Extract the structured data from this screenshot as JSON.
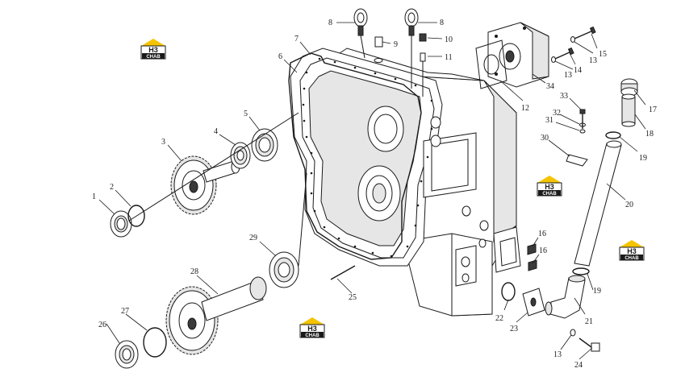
{
  "watermark": {
    "top_text": "H3",
    "bottom_text": "CHAB",
    "roof_color": "#f5c400",
    "box_color": "#1a1a1a"
  },
  "callouts": [
    {
      "id": "c1",
      "label": "1"
    },
    {
      "id": "c2",
      "label": "2"
    },
    {
      "id": "c3",
      "label": "3"
    },
    {
      "id": "c4",
      "label": "4"
    },
    {
      "id": "c5",
      "label": "5"
    },
    {
      "id": "c6",
      "label": "6"
    },
    {
      "id": "c7",
      "label": "7"
    },
    {
      "id": "c8a",
      "label": "8"
    },
    {
      "id": "c8b",
      "label": "8"
    },
    {
      "id": "c9",
      "label": "9"
    },
    {
      "id": "c10",
      "label": "10"
    },
    {
      "id": "c11",
      "label": "11"
    },
    {
      "id": "c12",
      "label": "12"
    },
    {
      "id": "c13a",
      "label": "13"
    },
    {
      "id": "c13b",
      "label": "13"
    },
    {
      "id": "c13c",
      "label": "13"
    },
    {
      "id": "c14",
      "label": "14"
    },
    {
      "id": "c15",
      "label": "15"
    },
    {
      "id": "c16a",
      "label": "16"
    },
    {
      "id": "c16b",
      "label": "16"
    },
    {
      "id": "c17",
      "label": "17"
    },
    {
      "id": "c18",
      "label": "18"
    },
    {
      "id": "c19a",
      "label": "19"
    },
    {
      "id": "c19b",
      "label": "19"
    },
    {
      "id": "c20",
      "label": "20"
    },
    {
      "id": "c21",
      "label": "21"
    },
    {
      "id": "c22",
      "label": "22"
    },
    {
      "id": "c23",
      "label": "23"
    },
    {
      "id": "c24",
      "label": "24"
    },
    {
      "id": "c25",
      "label": "25"
    },
    {
      "id": "c26",
      "label": "26"
    },
    {
      "id": "c27",
      "label": "27"
    },
    {
      "id": "c28",
      "label": "28"
    },
    {
      "id": "c29",
      "label": "29"
    },
    {
      "id": "c30",
      "label": "30"
    },
    {
      "id": "c31",
      "label": "31"
    },
    {
      "id": "c32",
      "label": "32"
    },
    {
      "id": "c33",
      "label": "33"
    },
    {
      "id": "c34",
      "label": "34"
    }
  ]
}
